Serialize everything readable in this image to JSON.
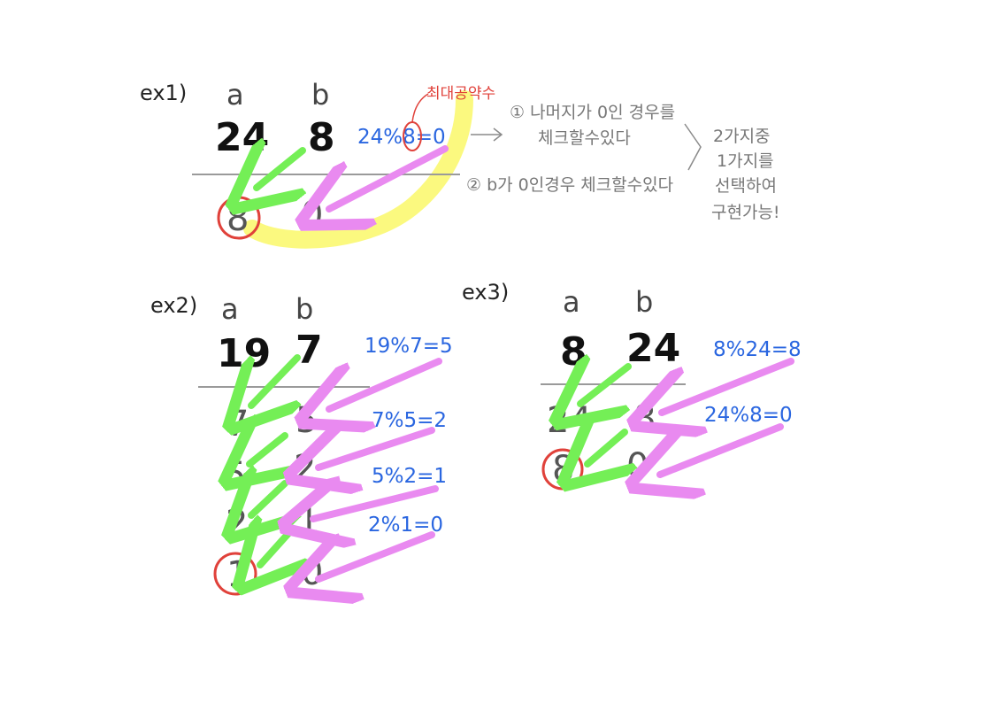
{
  "colors": {
    "answer_path": "#74ef56",
    "remainder_path": "#e98af0",
    "highlight": "#fbf871",
    "circle": "#e0413a",
    "equation": "#2a66e0",
    "note": "#777777"
  },
  "ex1": {
    "label": "ex1)",
    "head_a": "a",
    "head_b": "b",
    "a1": "24",
    "b1": "8",
    "a2": "8",
    "b2": "0",
    "equation": "24%8=0",
    "gcd_note": "최대공약수",
    "note1_line1": "① 나머지가 0인 경우를",
    "note1_line2": "체크할수있다",
    "note2": "② b가 0인경우 체크할수있다",
    "side_line1": "2가지중",
    "side_line2": "1가지를",
    "side_line3": "선택하여",
    "side_line4": "구현가능!"
  },
  "ex2": {
    "label": "ex2)",
    "head_a": "a",
    "head_b": "b",
    "rows": [
      {
        "a": "19",
        "b": "7"
      },
      {
        "a": "7",
        "b": "5"
      },
      {
        "a": "5",
        "b": "2"
      },
      {
        "a": "2",
        "b": "1"
      },
      {
        "a": "1",
        "b": "0"
      }
    ],
    "equations": [
      "19%7=5",
      "7%5=2",
      "5%2=1",
      "2%1=0"
    ]
  },
  "ex3": {
    "label": "ex3)",
    "head_a": "a",
    "head_b": "b",
    "rows": [
      {
        "a": "8",
        "b": "24"
      },
      {
        "a": "24",
        "b": "8"
      },
      {
        "a": "8",
        "b": "0"
      }
    ],
    "equations": [
      "8%24=8",
      "24%8=0"
    ]
  }
}
